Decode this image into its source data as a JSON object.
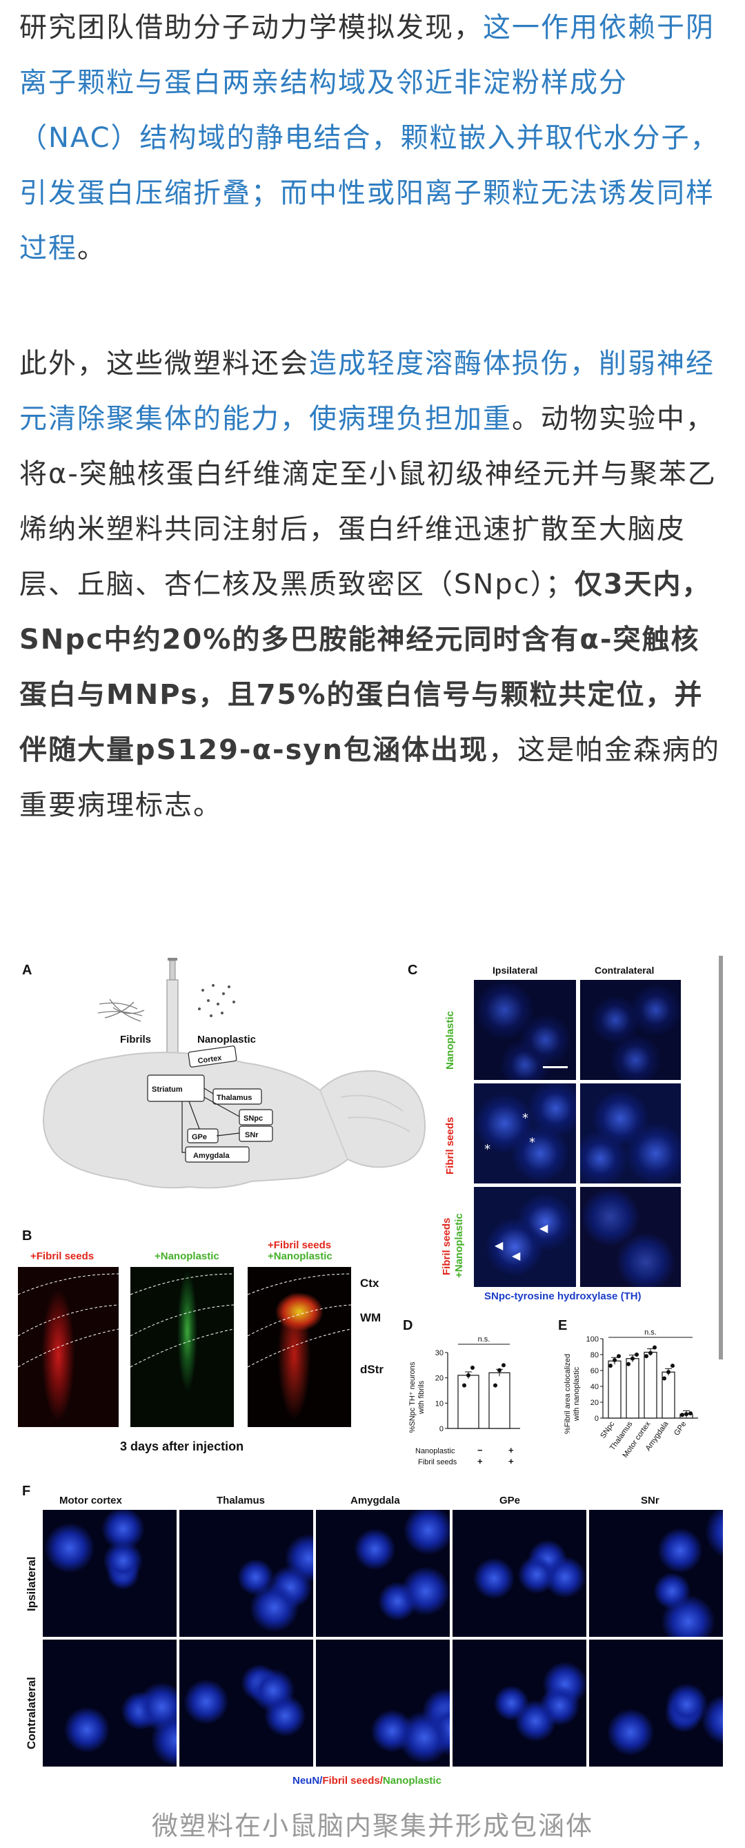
{
  "article": {
    "p1": [
      {
        "t": "研究团队借助分子动力学模拟发现，",
        "s": "n"
      },
      {
        "t": "这一作用依赖于阴离子颗粒与蛋白两亲结构域及邻近非淀粉样成分（NAC）结构域的静电结合，颗粒嵌入并取代水分子，引发蛋白压缩折叠；而中性或阳离子颗粒无法诱发同样过程",
        "s": "h"
      },
      {
        "t": "。",
        "s": "n"
      }
    ],
    "p2": [
      {
        "t": "此外，这些微塑料还会",
        "s": "n"
      },
      {
        "t": "造成轻度溶酶体损伤，削弱神经元清除聚集体的能力，使病理负担加重",
        "s": "h"
      },
      {
        "t": "。动物实验中，将α-突触核蛋白纤维滴定至小鼠初级神经元并与聚苯乙烯纳米塑料共同注射后，蛋白纤维迅速扩散至大脑皮层、丘脑、杏仁核及黑质致密区（SNpc）；",
        "s": "n"
      },
      {
        "t": "仅3天内，SNpc中约20%的多巴胺能神经元同时含有α-突触核蛋白与MNPs，且75%的蛋白信号与颗粒共定位，并伴随大量pS129-α-syn包涵体出现",
        "s": "b"
      },
      {
        "t": "，这是帕金森病的重要病理标志。",
        "s": "n"
      }
    ]
  },
  "figure": {
    "panelA": {
      "letter": "A",
      "fibrils": "Fibrils",
      "nanoplastic": "Nanoplastic",
      "regions": [
        "Cortex",
        "Thalamus",
        "Striatum",
        "SNpc",
        "SNr",
        "GPe",
        "Amygdala"
      ]
    },
    "panelB": {
      "letter": "B",
      "col1": "+Fibril seeds",
      "col2": "+Nanoplastic",
      "col3a": "+Fibril seeds",
      "col3b": "+Nanoplastic",
      "rows": [
        "Ctx",
        "WM",
        "dStr"
      ],
      "footer": "3 days after injection"
    },
    "panelC": {
      "letter": "C",
      "ipsi": "Ipsilateral",
      "contra": "Contralateral",
      "row1": "Nanoplastic",
      "row2": "Fibril seeds",
      "row3a": "Fibril seeds",
      "row3b": "+Nanoplastic",
      "footer": "SNpc-tyrosine hydroxylase (TH)"
    },
    "panelD": {
      "letter": "D",
      "ylabel_lines": [
        "%SNpc TH⁺ neurons",
        "with fibrils"
      ],
      "ns": "n.s.",
      "row1_label": "Nanoplastic",
      "row1_vals": [
        "−",
        "+"
      ],
      "row2_label": "Fibril seeds",
      "row2_vals": [
        "+",
        "+"
      ]
    },
    "panelE": {
      "letter": "E",
      "ylabel_lines": [
        "%Fibril area colocalized",
        "with nanoplastic"
      ],
      "ns": "n.s."
    },
    "panelF": {
      "letter": "F",
      "cols": [
        "Motor cortex",
        "Thalamus",
        "Amygdala",
        "GPe",
        "SNr"
      ],
      "rows": [
        "Ipsilateral",
        "Contralateral"
      ],
      "legend_a": "NeuN/",
      "legend_b": "Fibril seeds/",
      "legend_c": "Nanoplastic"
    },
    "caption": "微塑料在小鼠脑内聚集并形成包涵体"
  },
  "colors": {
    "highlight": "#2f7dc1",
    "text": "#333333",
    "caption": "#9a9a9a",
    "neun": "#1b3cc9",
    "fibril": "#e0261b",
    "nano": "#46b02a"
  },
  "chart_data": [
    {
      "type": "bar",
      "categories": [
        "Fibril seeds",
        "Nanoplastic + Fibril seeds"
      ],
      "values": [
        21,
        22
      ],
      "points": [
        [
          17,
          21,
          24
        ],
        [
          17,
          23,
          25
        ]
      ],
      "ylim": [
        0,
        30
      ],
      "yticks": [
        0,
        10,
        20,
        30
      ],
      "ylabel": "%SNpc TH⁺ neurons with fibrils",
      "annotation": "n.s."
    },
    {
      "type": "bar",
      "categories": [
        "SNpc",
        "Thalamus",
        "Motor cortex",
        "Amygdala",
        "GPe"
      ],
      "values": [
        72,
        75,
        83,
        58,
        5
      ],
      "points": [
        [
          66,
          73,
          78
        ],
        [
          68,
          75,
          80
        ],
        [
          78,
          82,
          89
        ],
        [
          50,
          58,
          66
        ],
        [
          4,
          5,
          6
        ]
      ],
      "ylim": [
        0,
        100
      ],
      "yticks": [
        0,
        20,
        40,
        60,
        80,
        100
      ],
      "ylabel": "%Fibril area colocalized with nanoplastic",
      "annotation": "n.s."
    }
  ]
}
